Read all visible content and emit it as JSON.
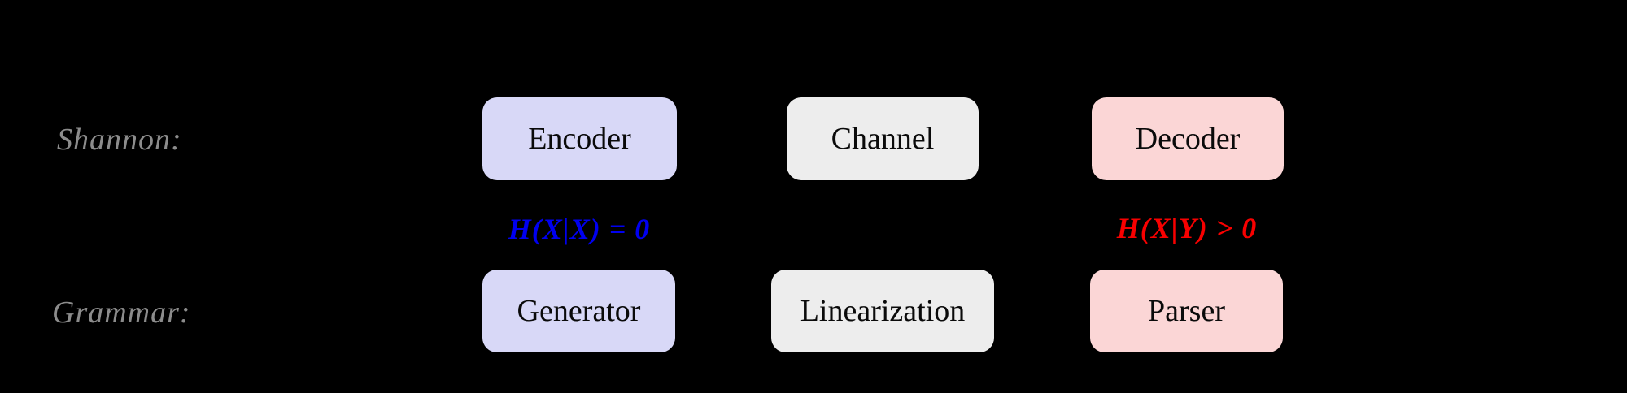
{
  "diagram": {
    "background": "#000000",
    "label_color": "#8c8c8c",
    "box_text_color": "#0a0a0a",
    "shannon_row": {
      "label": "Shannon:",
      "boxes": [
        {
          "id": "encoder",
          "text": "Encoder",
          "fill": "#d8d8f7"
        },
        {
          "id": "channel",
          "text": "Channel",
          "fill": "#ededed"
        },
        {
          "id": "decoder",
          "text": "Decoder",
          "fill": "#fbd6d6"
        }
      ]
    },
    "grammar_row": {
      "label": "Grammar:",
      "boxes": [
        {
          "id": "generator",
          "text": "Generator",
          "fill": "#d8d8f7"
        },
        {
          "id": "linearization",
          "text": "Linearization",
          "fill": "#ededed"
        },
        {
          "id": "parser",
          "text": "Parser",
          "fill": "#fbd6d6"
        }
      ]
    },
    "annotations": [
      {
        "id": "zero-conditional-entropy",
        "text": "H(X|X) = 0",
        "color": "#0000f0"
      },
      {
        "id": "positive-conditional-entropy",
        "text": "H(X|Y) > 0",
        "color": "#f80000"
      }
    ]
  }
}
